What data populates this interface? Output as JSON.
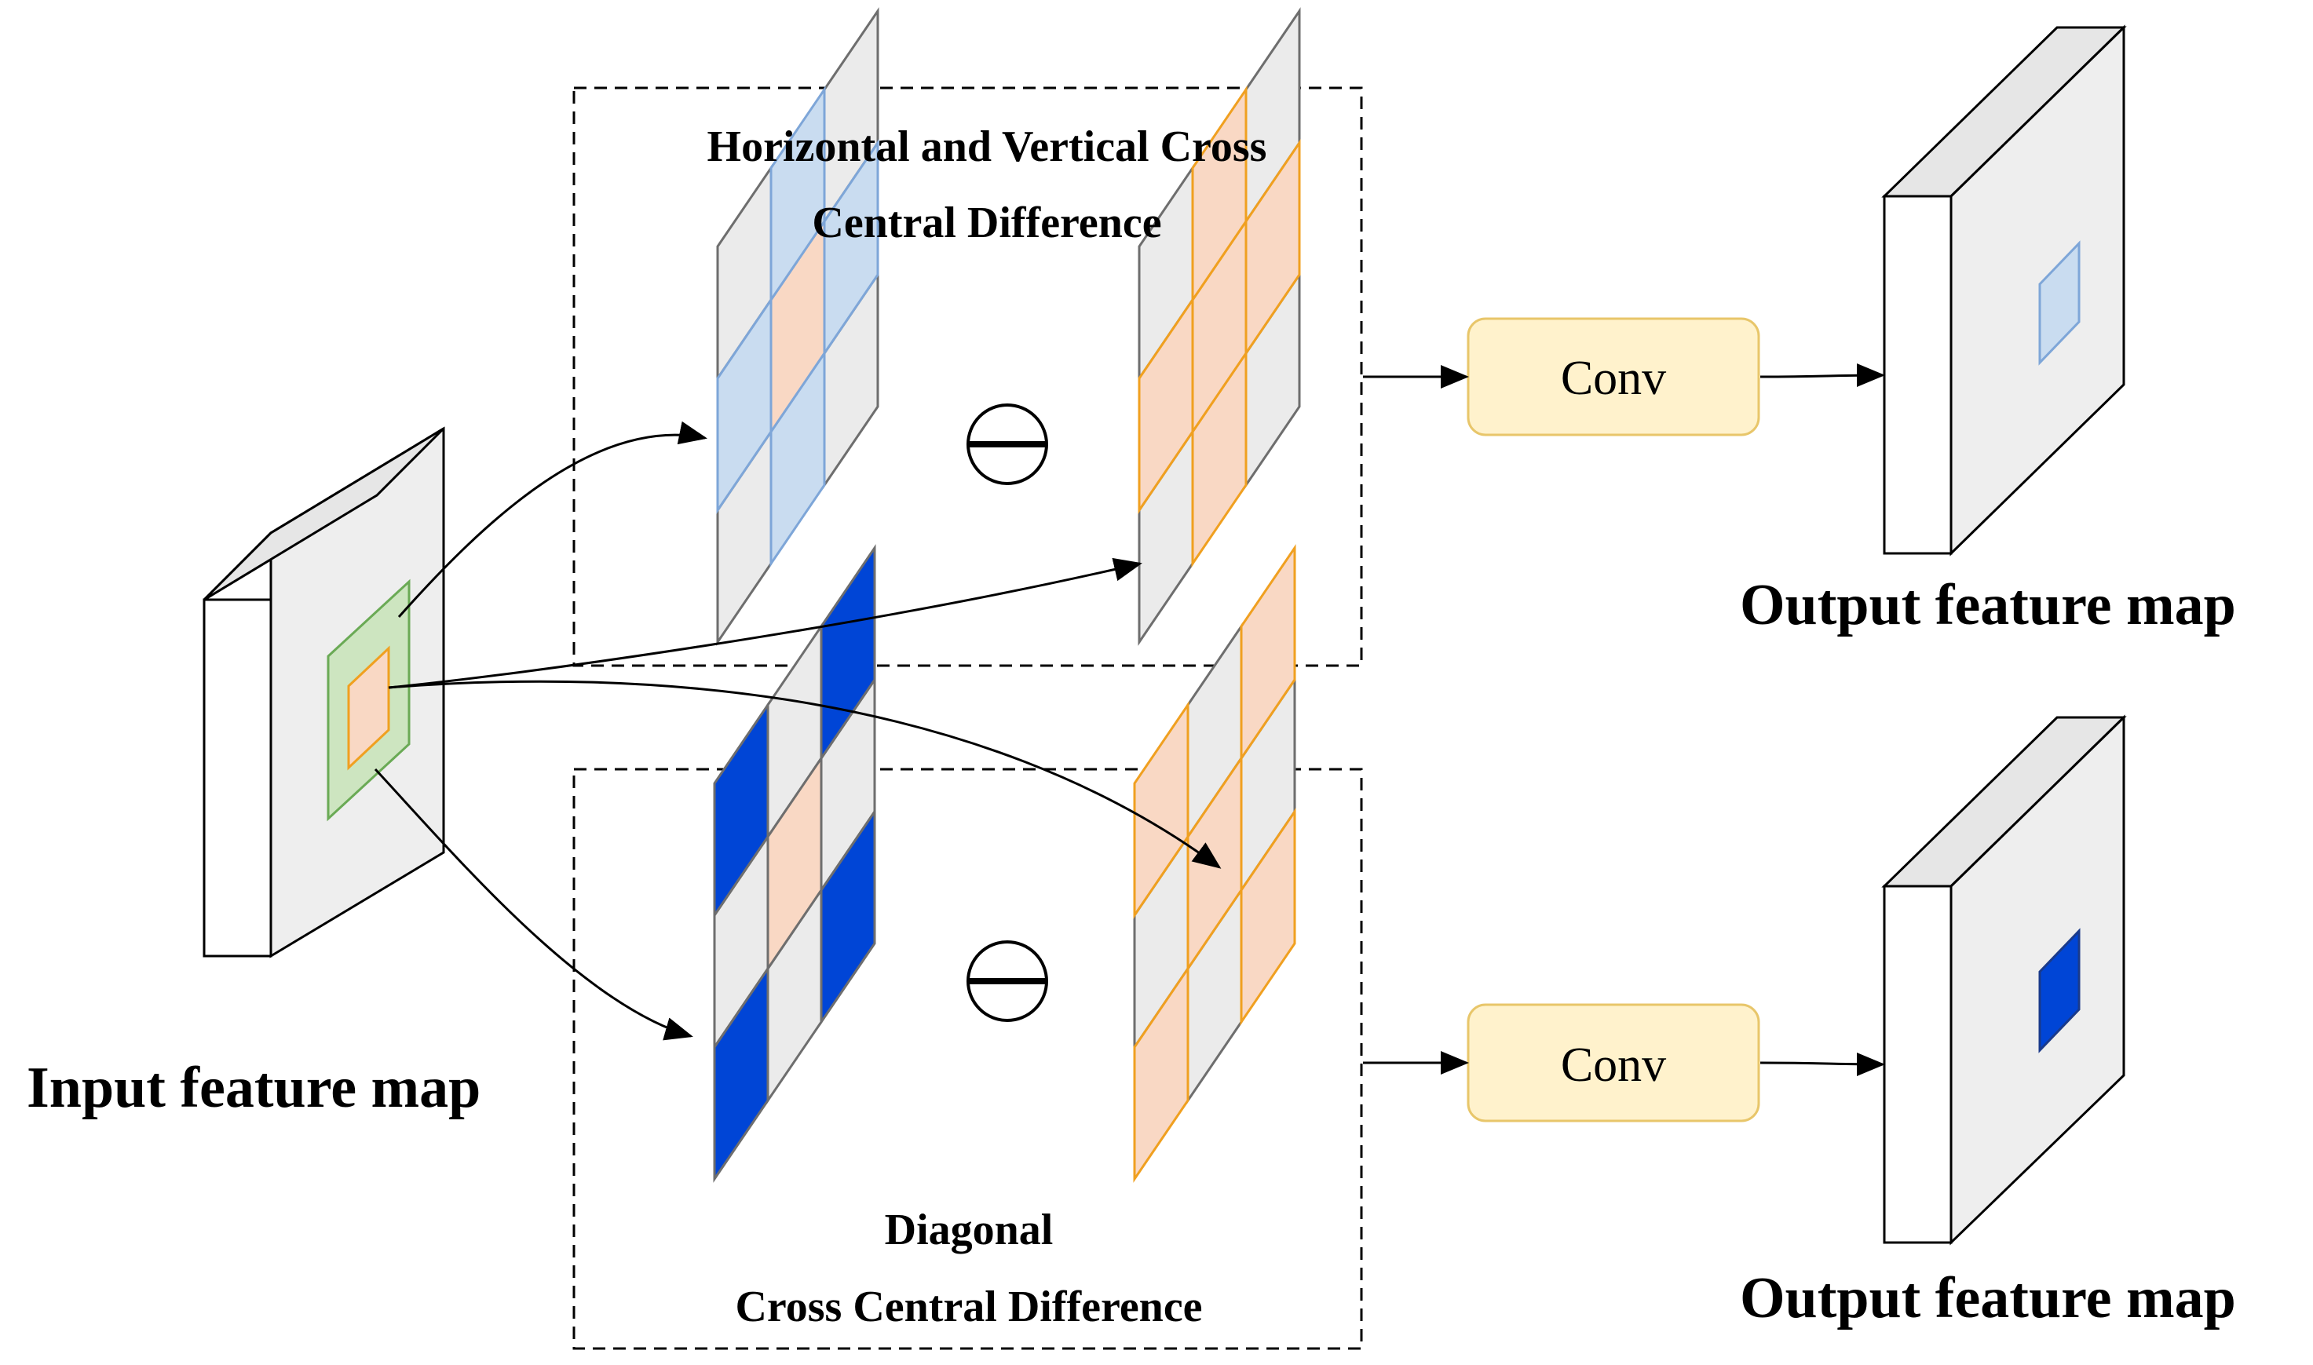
{
  "top_block": {
    "title_line1": "Horizontal and Vertical Cross",
    "title_line2": "Central Difference"
  },
  "bottom_block": {
    "title_line1": "Diagonal",
    "title_line2": "Cross Central Difference"
  },
  "input": {
    "label": "Input feature map"
  },
  "outputs": [
    {
      "label": "Output feature map",
      "conv_label": "Conv",
      "patch_color": "#c9dcf0"
    },
    {
      "label": "Output feature map",
      "conv_label": "Conv",
      "patch_color": "#0045d6"
    }
  ],
  "operator_symbol": "minus-circle",
  "colors": {
    "grid_gray": "#ebebeb",
    "light_blue": "#c9dcf0",
    "light_blue_stroke": "#7ea6d8",
    "peach": "#f9d8c4",
    "orange_stroke": "#f0a020",
    "dark_blue": "#0045d6",
    "green_fill": "#cde5c0",
    "green_stroke": "#6aaa55",
    "conv_fill": "#fff2cc",
    "conv_stroke": "#e8c66a"
  },
  "grids": {
    "top_left": [
      "gray",
      "blue",
      "gray",
      "blue",
      "peach",
      "blue",
      "gray",
      "blue",
      "gray"
    ],
    "top_right": [
      "gray",
      "peach",
      "gray",
      "peach",
      "peach",
      "peach",
      "gray",
      "peach",
      "gray"
    ],
    "bottom_left": [
      "dark",
      "gray",
      "dark",
      "gray",
      "peach",
      "gray",
      "dark",
      "gray",
      "dark"
    ],
    "bottom_right": [
      "peach",
      "gray",
      "peach",
      "gray",
      "peach",
      "gray",
      "peach",
      "gray",
      "peach"
    ]
  }
}
